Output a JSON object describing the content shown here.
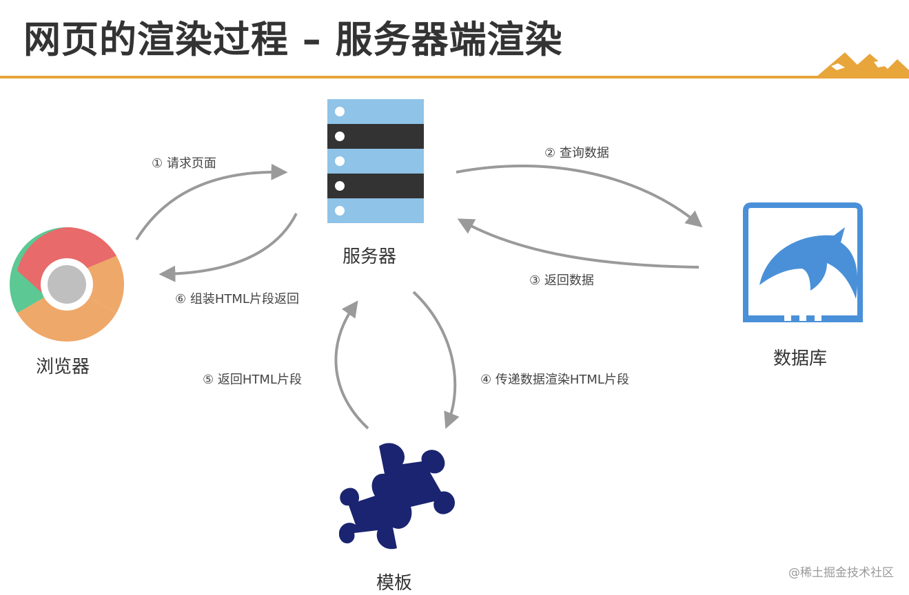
{
  "title": "网页的渲染过程 – 服务器端渲染",
  "nodes": {
    "server": "服务器",
    "browser": "浏览器",
    "database": "数据库",
    "template": "模板"
  },
  "steps": {
    "s1": "① 请求页面",
    "s2": "② 查询数据",
    "s3": "③ 返回数据",
    "s4": "④ 传递数据渲染HTML片段",
    "s5": "⑤ 返回HTML片段",
    "s6": "⑥ 组装HTML片段返回"
  },
  "watermark": "@稀土掘金技术社区",
  "colors": {
    "accent": "#e8a53a",
    "arrow": "#9a9a9a",
    "server_light": "#8fc3e8",
    "server_dark": "#333333",
    "database": "#4a90d9",
    "template": "#1a2470"
  },
  "icons": {
    "browser": "chrome-icon",
    "server": "server-rack-icon",
    "database": "mysql-dolphin-icon",
    "template": "puzzle-piece-icon",
    "decoration": "mountain-icon"
  }
}
